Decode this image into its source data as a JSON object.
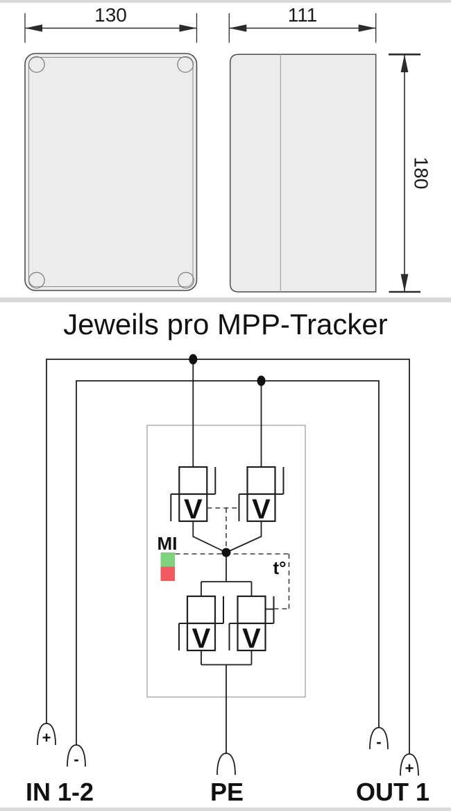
{
  "title": "Jeweils pro MPP-Tracker",
  "colors": {
    "enclosure_fill": "#ececec",
    "separator_gray": "#d9d9d9",
    "line_black": "#1f1f1f",
    "module_box_gray": "#9a9a9a"
  },
  "dimension_drawing": {
    "front_view": {
      "width_label": "130"
    },
    "side_view": {
      "width_label": "111",
      "height_label": "180"
    }
  },
  "circuit": {
    "varistor_label": "V",
    "monitor_label": "MI",
    "thermal_label": "t°",
    "indicator_green": "#7fd37f",
    "indicator_red": "#f15a60",
    "terminals": {
      "in_plus": "+",
      "in_minus": "-",
      "out_minus": "-",
      "out_plus": "+",
      "in_label": "IN 1-2",
      "pe_label": "PE",
      "out_label": "OUT 1"
    }
  }
}
